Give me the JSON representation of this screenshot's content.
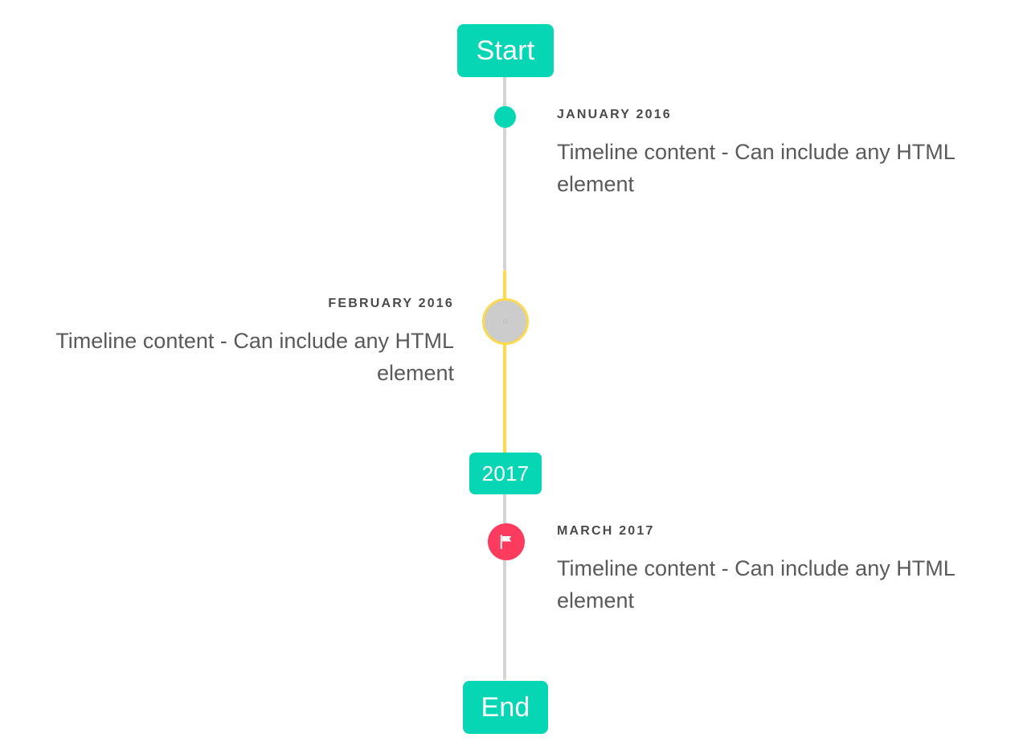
{
  "timeline": {
    "start_badge": {
      "label": "Start"
    },
    "year_badge": {
      "label": "2017"
    },
    "end_badge": {
      "label": "End"
    },
    "entries": [
      {
        "date": "JANUARY 2016",
        "body": "Timeline content - Can include any HTML element",
        "side": "right",
        "marker": "teal-dot-icon"
      },
      {
        "date": "FEBRUARY 2016",
        "body": "Timeline content - Can include any HTML element",
        "side": "left",
        "marker": "gray-ring-icon",
        "marker_glyph": "⠶"
      },
      {
        "date": "MARCH 2017",
        "body": "Timeline content - Can include any HTML element",
        "side": "right",
        "marker": "flag-icon"
      }
    ]
  },
  "colors": {
    "accent_teal": "#06d6b4",
    "accent_yellow": "#fcd94e",
    "accent_pink": "#fc3b5e",
    "line_gray": "#d4d4d6",
    "marker_gray": "#cccccc",
    "date_text": "#4a4a4a",
    "body_text": "#5a5a5a"
  }
}
